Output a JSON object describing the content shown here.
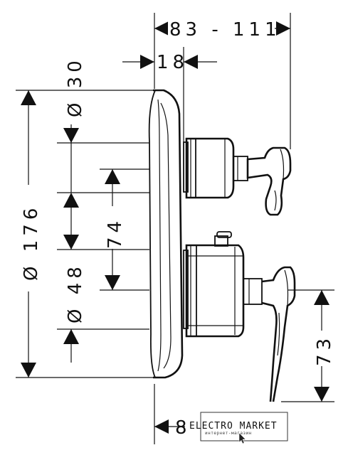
{
  "dimensions": {
    "projection": "83 - 111",
    "plate_offset": "18",
    "diameter_30": "Ø 30",
    "diameter_176": "Ø 176",
    "spacing_74": "74",
    "diameter_48": "Ø 48",
    "height_73": "73",
    "bottom_partial": "8"
  },
  "watermark": {
    "title": "ELECTRO MARKET",
    "subtitle": "интернет-магазин"
  },
  "icons": {
    "cursor": "cursor-arrow-icon"
  }
}
